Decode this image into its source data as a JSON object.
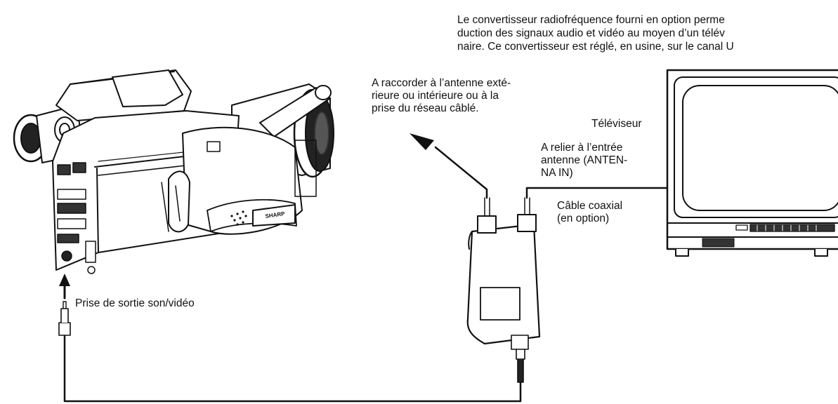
{
  "intro": {
    "lines": [
      "Le convertisseur radiofréquence fourni en option perme",
      "duction des signaux audio et vidéo au moyen d’un télév",
      "naire. Ce convertisseur est réglé, en usine, sur le canal U"
    ]
  },
  "labels": {
    "antenna": [
      "A raccorder à l’antenne exté-",
      "rieure ou intérieure ou à la",
      "prise du réseau câblé."
    ],
    "tv": "Téléviseur",
    "antenna_in": [
      "A relier à l’entrée",
      "antenne (ANTEN-",
      "NA IN)"
    ],
    "coax": [
      "Câble coaxial",
      "(en option)"
    ],
    "av_out": "Prise de sortie son/vidéo"
  },
  "camera": {
    "brand": "SHARP"
  },
  "colors": {
    "ink": "#111111",
    "paper": "#ffffff",
    "shade": "#222222"
  }
}
